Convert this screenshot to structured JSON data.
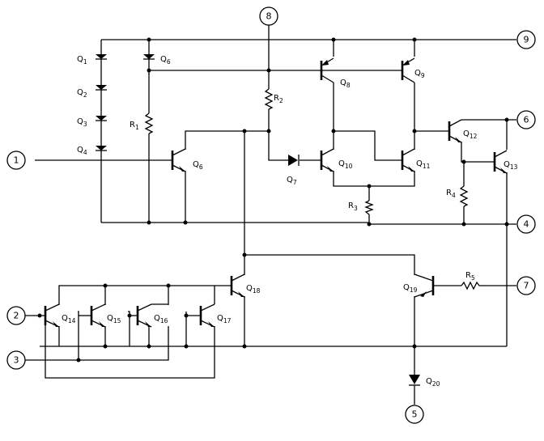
{
  "pins": {
    "p1": "1",
    "p2": "2",
    "p3": "3",
    "p4": "4",
    "p5": "5",
    "p6": "6",
    "p7": "7",
    "p8": "8",
    "p9": "9"
  },
  "components": {
    "Q1": {
      "base": "Q",
      "sub": "1"
    },
    "Q2": {
      "base": "Q",
      "sub": "2"
    },
    "Q3": {
      "base": "Q",
      "sub": "3"
    },
    "Q4": {
      "base": "Q",
      "sub": "4"
    },
    "Q6a": {
      "base": "Q",
      "sub": "6"
    },
    "Q6b": {
      "base": "Q",
      "sub": "6"
    },
    "Q7": {
      "base": "Q",
      "sub": "7"
    },
    "Q8": {
      "base": "Q",
      "sub": "8"
    },
    "Q9": {
      "base": "Q",
      "sub": "9"
    },
    "Q10": {
      "base": "Q",
      "sub": "10"
    },
    "Q11": {
      "base": "Q",
      "sub": "11"
    },
    "Q12": {
      "base": "Q",
      "sub": "12"
    },
    "Q13": {
      "base": "Q",
      "sub": "13"
    },
    "Q14": {
      "base": "Q",
      "sub": "14"
    },
    "Q15": {
      "base": "Q",
      "sub": "15"
    },
    "Q16": {
      "base": "Q",
      "sub": "16"
    },
    "Q17": {
      "base": "Q",
      "sub": "17"
    },
    "Q18": {
      "base": "Q",
      "sub": "18"
    },
    "Q19": {
      "base": "Q",
      "sub": "19"
    },
    "Q20": {
      "base": "Q",
      "sub": "20"
    },
    "R1": {
      "base": "R",
      "sub": "1"
    },
    "R2": {
      "base": "R",
      "sub": "2"
    },
    "R3": {
      "base": "R",
      "sub": "3"
    },
    "R4": {
      "base": "R",
      "sub": "4"
    },
    "R5": {
      "base": "R",
      "sub": "5"
    }
  }
}
